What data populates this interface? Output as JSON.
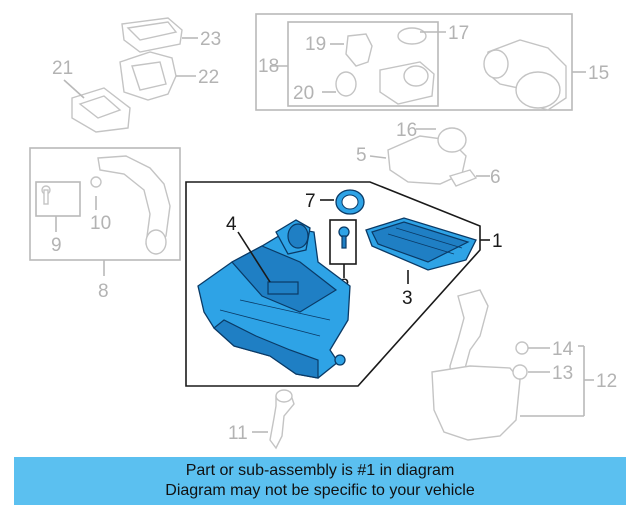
{
  "callouts": {
    "n1": "1",
    "n2": "2",
    "n3": "3",
    "n4": "4",
    "n5": "5",
    "n6": "6",
    "n7": "7",
    "n8": "8",
    "n9": "9",
    "n10": "10",
    "n11": "11",
    "n12": "12",
    "n13": "13",
    "n14": "14",
    "n15": "15",
    "n16": "16",
    "n17": "17",
    "n18": "18",
    "n19": "19",
    "n20": "20",
    "n21": "21",
    "n22": "22",
    "n23": "23"
  },
  "banner": {
    "line1": "Part or sub-assembly is #1 in diagram",
    "line2": "Diagram may not be specific to your vehicle"
  },
  "colors": {
    "highlight_part": "#2ea3e6",
    "banner": "#5bc0f0",
    "other_parts": "#c4c4c4"
  }
}
